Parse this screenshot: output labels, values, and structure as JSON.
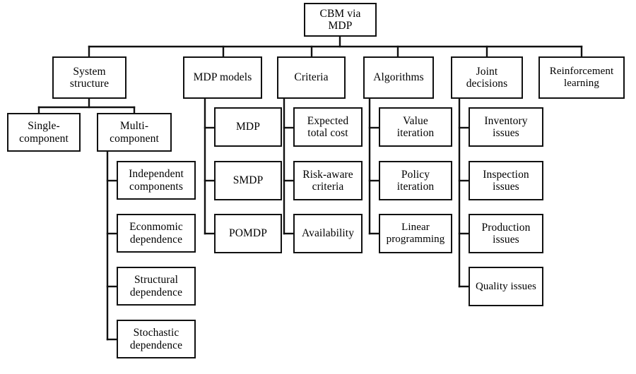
{
  "diagram": {
    "type": "tree",
    "title": "CBM via MDP",
    "orientation": "top-down",
    "background_color": "#ffffff",
    "line_color": "#111111",
    "box_fill": "#ffffff",
    "root": {
      "id": "root",
      "label": "CBM via\nMDP"
    },
    "level1": [
      {
        "id": "system-structure",
        "label": "System\nstructure"
      },
      {
        "id": "mdp-models",
        "label": "MDP models"
      },
      {
        "id": "criteria",
        "label": "Criteria"
      },
      {
        "id": "algorithms",
        "label": "Algorithms"
      },
      {
        "id": "joint-decisions",
        "label": "Joint\ndecisions"
      },
      {
        "id": "reinforcement-learning",
        "label": "Reinforcement\nlearning"
      }
    ],
    "system_structure_children": [
      {
        "id": "single-component",
        "label": "Single-\ncomponent"
      },
      {
        "id": "multi-component",
        "label": "Multi-\ncomponent"
      }
    ],
    "multi_component_children": [
      {
        "id": "independent-components",
        "label": "Independent\ncomponents"
      },
      {
        "id": "econmomic-dependence",
        "label": "Econmomic\ndependence"
      },
      {
        "id": "structural-dependence",
        "label": "Structural\ndependence"
      },
      {
        "id": "stochastic-dependence",
        "label": "Stochastic\ndependence"
      }
    ],
    "mdp_models_children": [
      {
        "id": "mdp",
        "label": "MDP"
      },
      {
        "id": "smdp",
        "label": "SMDP"
      },
      {
        "id": "pomdp",
        "label": "POMDP"
      }
    ],
    "criteria_children": [
      {
        "id": "expected-total-cost",
        "label": "Expected\ntotal cost"
      },
      {
        "id": "risk-aware-criteria",
        "label": "Risk-aware\ncriteria"
      },
      {
        "id": "availability",
        "label": "Availability"
      }
    ],
    "algorithms_children": [
      {
        "id": "value-iteration",
        "label": "Value\niteration"
      },
      {
        "id": "policy-iteration",
        "label": "Policy\niteration"
      },
      {
        "id": "linear-programming",
        "label": "Linear\nprogramming"
      }
    ],
    "joint_decisions_children": [
      {
        "id": "inventory-issues",
        "label": "Inventory\nissues"
      },
      {
        "id": "inspection-issues",
        "label": "Inspection\nissues"
      },
      {
        "id": "production-issues",
        "label": "Production\nissues"
      },
      {
        "id": "quality-issues",
        "label": "Quality issues"
      }
    ]
  }
}
